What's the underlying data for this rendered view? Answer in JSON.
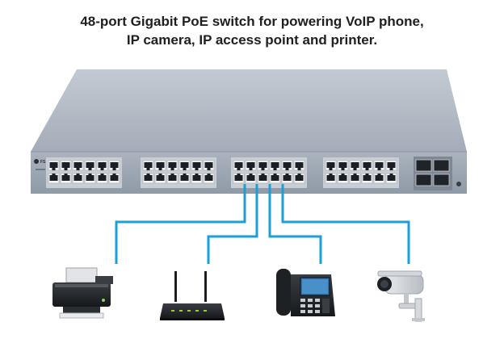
{
  "title": {
    "line1": "48-port Gigabit PoE switch for powering VoIP phone,",
    "line2": "IP camera, IP access point  and printer."
  },
  "switch": {
    "brand_text": "FS",
    "port_count": 48,
    "sfp_count": 4,
    "port_groups": 4,
    "ports_per_group": 12
  },
  "connected_devices": [
    {
      "name": "printer",
      "icon": "printer-icon"
    },
    {
      "name": "access point",
      "icon": "router-icon"
    },
    {
      "name": "VoIP phone",
      "icon": "ip-phone-icon"
    },
    {
      "name": "IP camera",
      "icon": "camera-icon"
    }
  ],
  "colors": {
    "cable": "#1aa0d8",
    "chassis_top": "#a9b2be",
    "chassis_front": "#9aa6b3",
    "port_body": "#f1f3f5",
    "port_hole": "#1c1f23"
  }
}
